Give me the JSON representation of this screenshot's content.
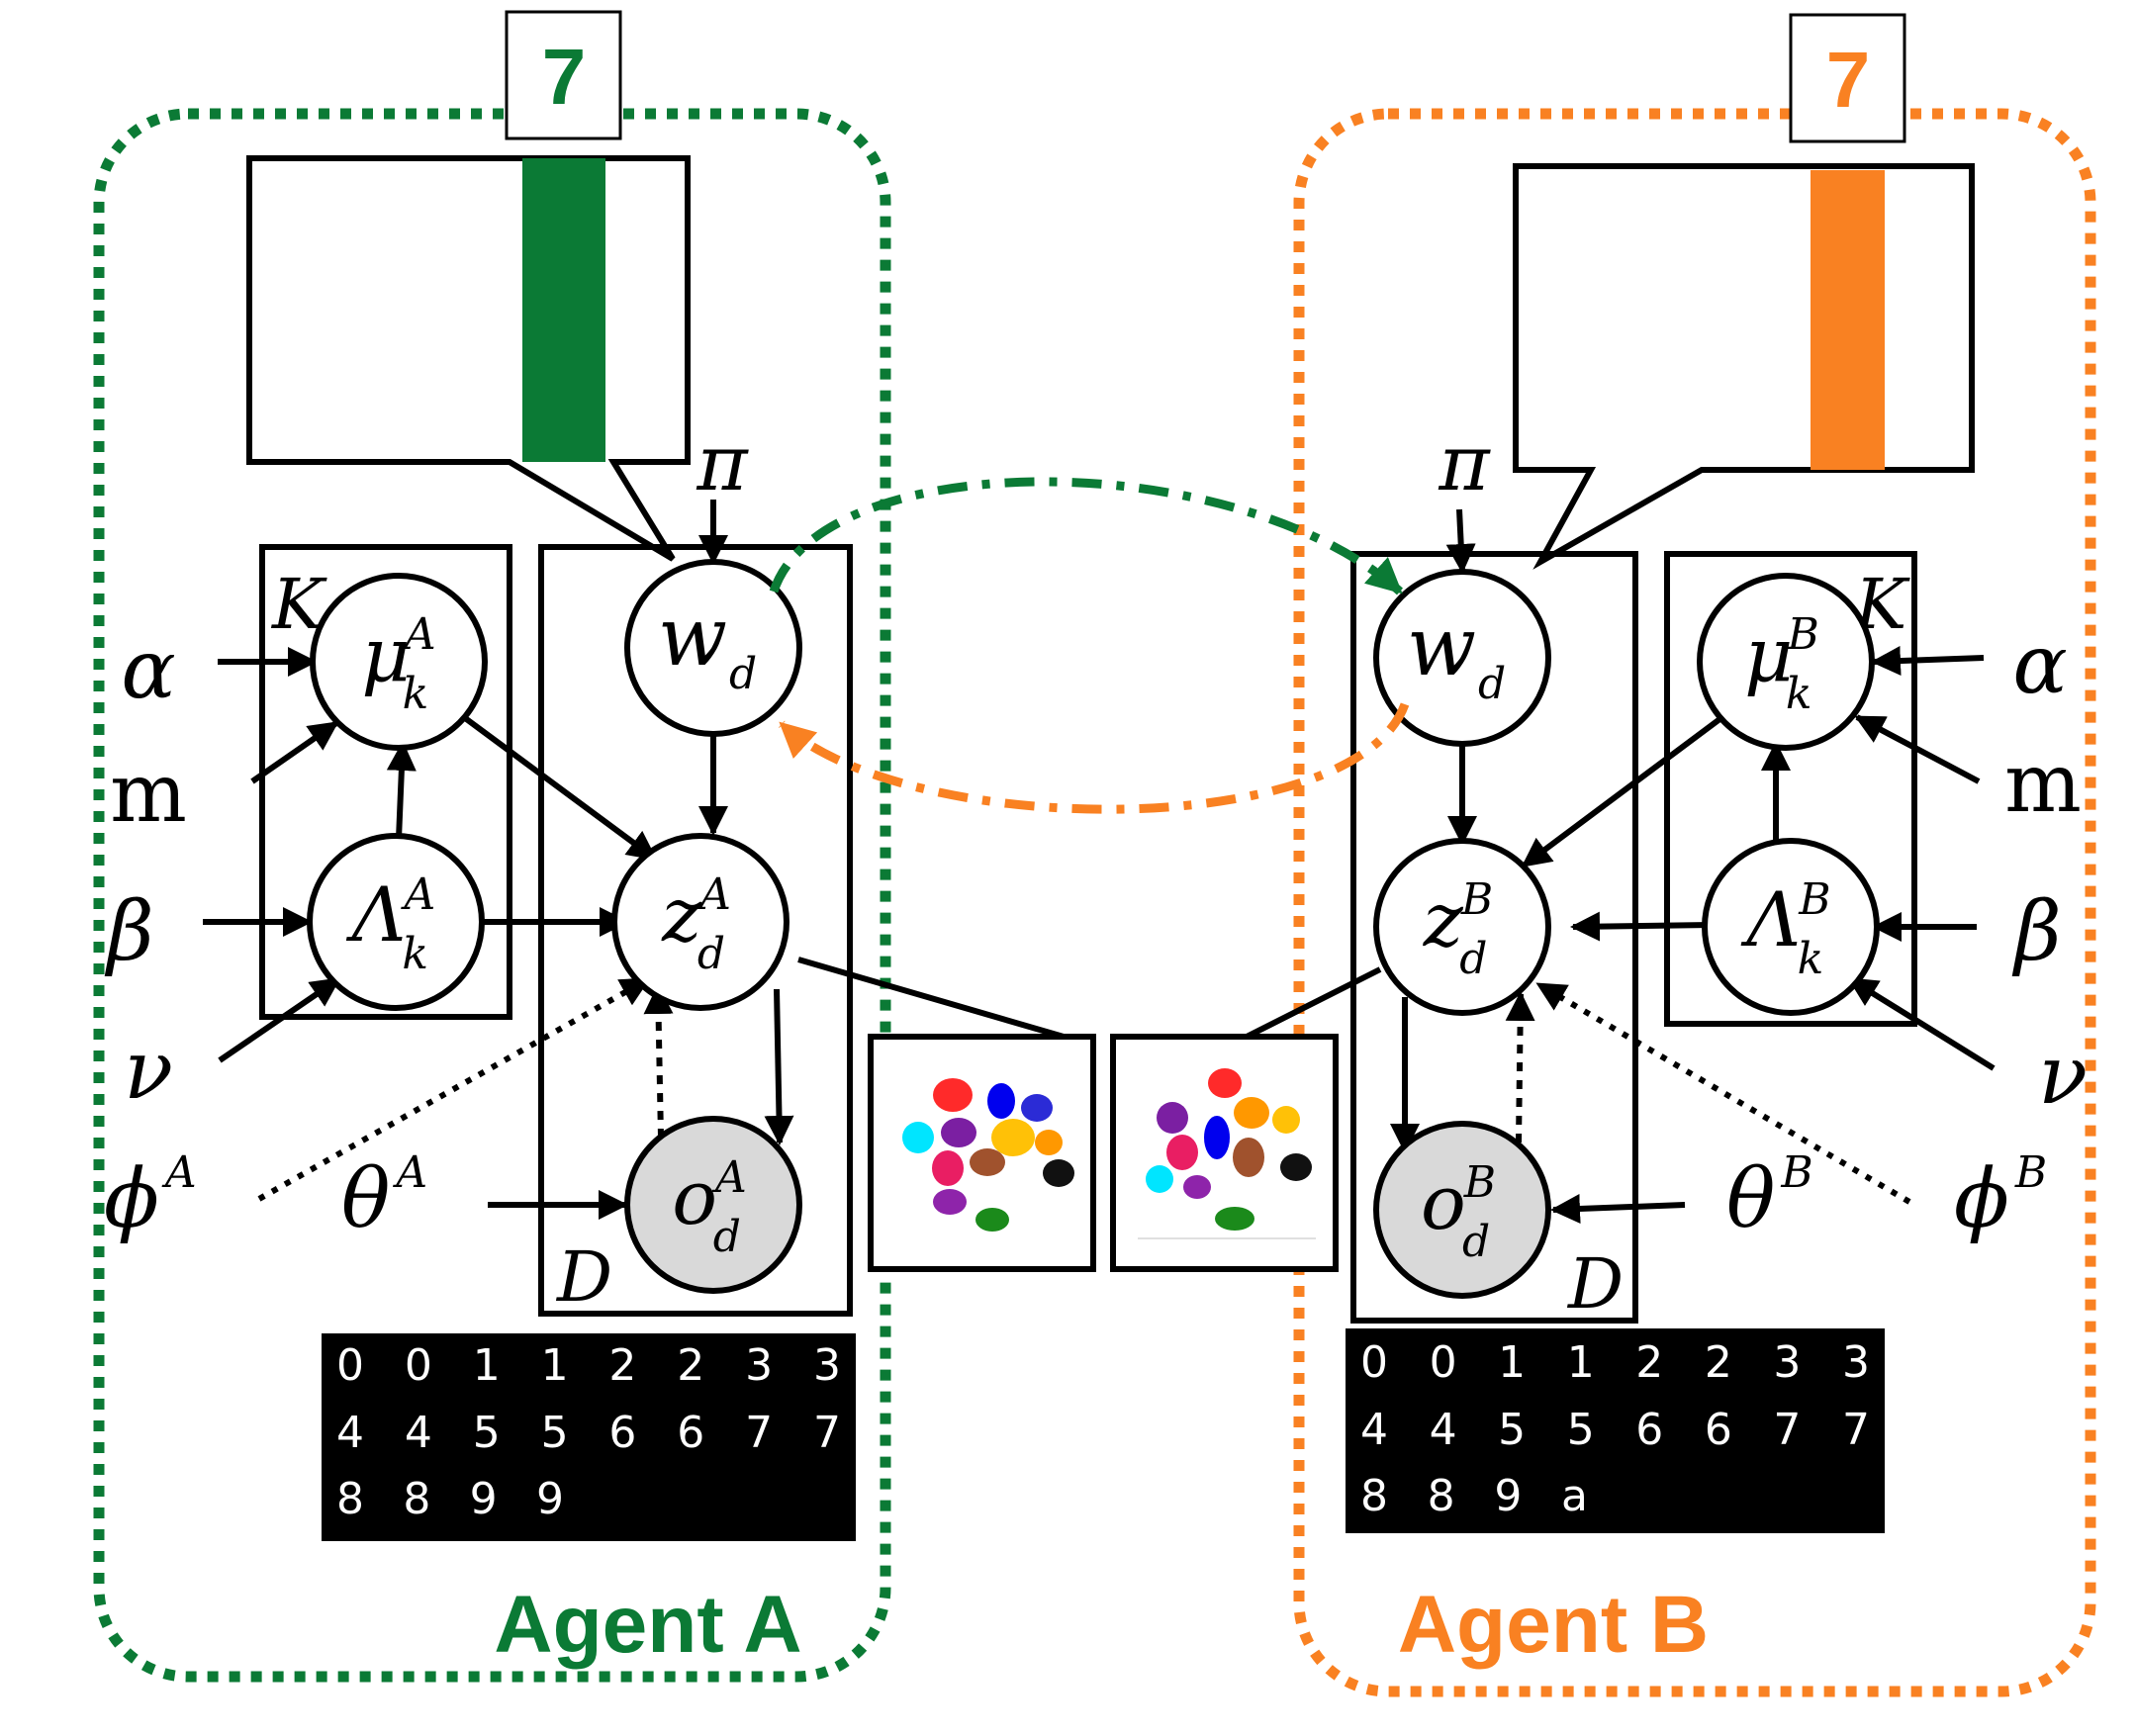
{
  "colors": {
    "agent_a": "#0b7a35",
    "agent_b": "#f98122",
    "observed_node": "#d9d9d9"
  },
  "agent_a": {
    "label": "Agent A",
    "sign_value": "7",
    "params": {
      "alpha": "α",
      "m": "m",
      "beta": "β",
      "nu": "ν",
      "phi": "ϕ",
      "theta": "θ",
      "phi_sup": "A",
      "theta_sup": "A",
      "pi": "π"
    },
    "plates": {
      "k": "K",
      "d": "D"
    },
    "nodes": {
      "mu": {
        "base": "μ",
        "sup": "A",
        "sub": "k"
      },
      "lambda": {
        "base": "Λ",
        "sup": "A",
        "sub": "k"
      },
      "w": {
        "base": "w",
        "sub": "d"
      },
      "z": {
        "base": "z",
        "sup": "A",
        "sub": "d"
      },
      "o": {
        "base": "o",
        "sup": "A",
        "sub": "d"
      }
    },
    "digit_rows": [
      "0 0 1 1 2 2 3 3",
      "4 4 5 5 6 6 7 7",
      "8 8 9 9"
    ]
  },
  "agent_b": {
    "label": "Agent B",
    "sign_value": "7",
    "params": {
      "alpha": "α",
      "m": "m",
      "beta": "β",
      "nu": "ν",
      "phi": "ϕ",
      "theta": "θ",
      "phi_sup": "B",
      "theta_sup": "B",
      "pi": "π"
    },
    "plates": {
      "k": "K",
      "d": "D"
    },
    "nodes": {
      "mu": {
        "base": "μ",
        "sup": "B",
        "sub": "k"
      },
      "lambda": {
        "base": "Λ",
        "sup": "B",
        "sub": "k"
      },
      "w": {
        "base": "w",
        "sub": "d"
      },
      "z": {
        "base": "z",
        "sup": "B",
        "sub": "d"
      },
      "o": {
        "base": "o",
        "sup": "B",
        "sub": "d"
      }
    },
    "digit_rows": [
      "0 0 1 1 2 2 3 3",
      "4 4 5 5 6 6 7 7",
      "8 8 9 a"
    ]
  }
}
